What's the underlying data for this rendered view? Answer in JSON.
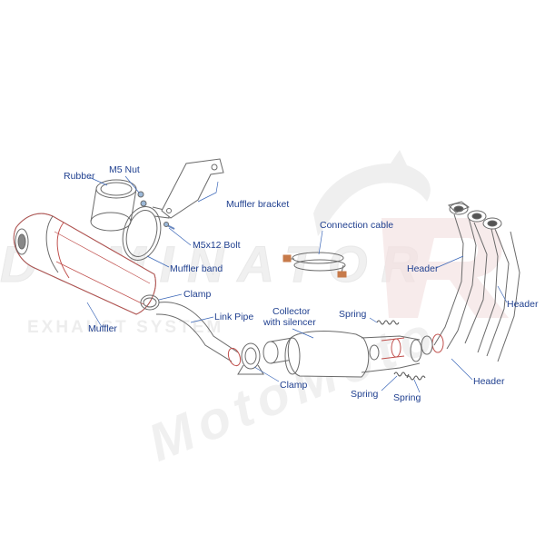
{
  "watermark": {
    "brand": "DOMINATOR",
    "subtitle": "EXHAUST SYSTEM",
    "moto": "MotoMoto"
  },
  "labels": {
    "rubber": "Rubber",
    "m5_nut": "M5 Nut",
    "muffler_bracket": "Muffler bracket",
    "m5x12_bolt": "M5x12 Bolt",
    "muffler_band": "Muffler band",
    "muffler": "Muffler",
    "clamp_top": "Clamp",
    "link_pipe": "Link Pipe",
    "clamp_bottom": "Clamp",
    "connection_cable": "Connection cable",
    "collector_line1": "Collector",
    "collector_line2": "with silencer",
    "spring_top": "Spring",
    "spring_left": "Spring",
    "spring_right": "Spring",
    "header_1": "Header",
    "header_2": "Header",
    "header_3": "Header"
  },
  "colors": {
    "label_text": "#1f3f8f",
    "leader_line": "#3a66b8",
    "outline": "#6a6a6a",
    "accent_red": "#c0504d",
    "watermark_gray": "#dcdcdc"
  }
}
